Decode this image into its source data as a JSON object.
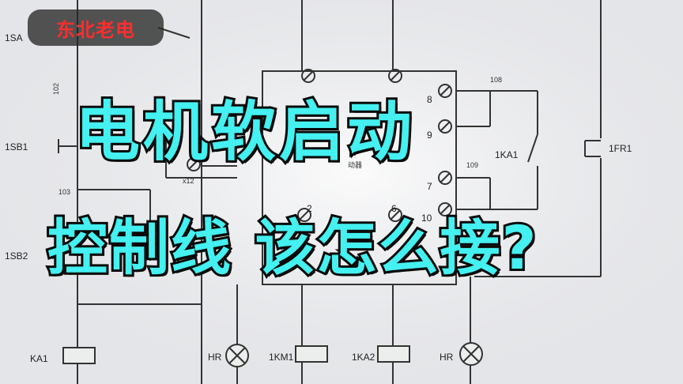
{
  "brand": {
    "label": "东北老电",
    "color": "#ff2d2d"
  },
  "headline": {
    "line1": "电机软启动",
    "line2": "控制线  该怎么接?",
    "color": "#45f0f0"
  },
  "schematic": {
    "labels": {
      "sa": "1SA",
      "sb1": "1SB1",
      "sb2": "1SB2",
      "n102": "102",
      "n103": "103",
      "ka1_coil": "KA1",
      "hr_left": "HR",
      "km1": "1KM1",
      "ka2": "1KA2",
      "hr_right": "HR",
      "fr1": "1FR1",
      "ka1_contact": "1KA1",
      "n108": "108",
      "n109": "109",
      "t8": "8",
      "t9": "9",
      "t7": "7",
      "t10": "10",
      "t2": "2",
      "t6": "6",
      "x12": "x12",
      "device_text": "动器"
    }
  }
}
